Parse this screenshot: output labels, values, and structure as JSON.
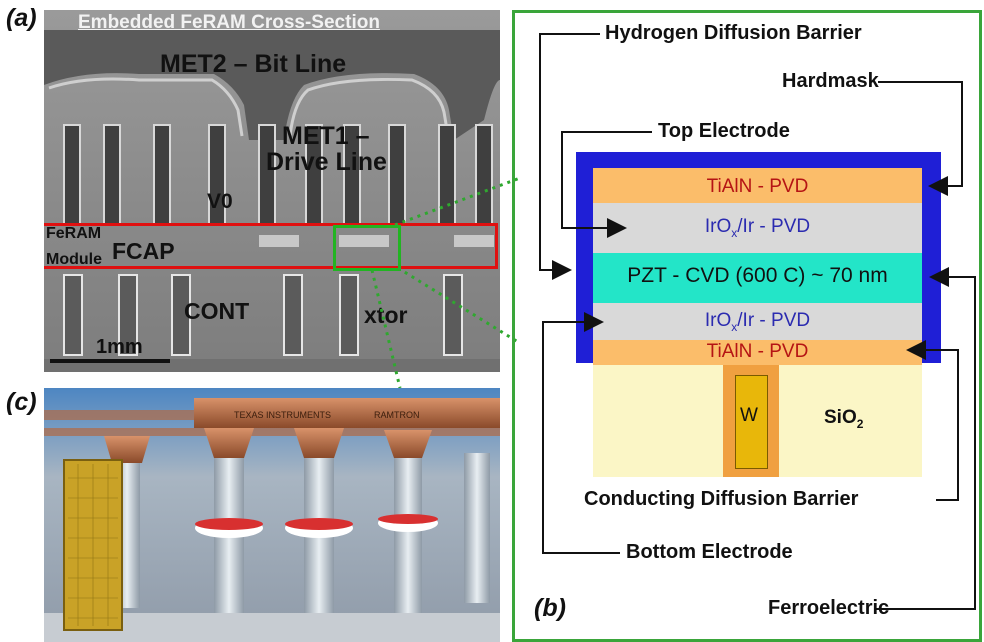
{
  "panel_a": {
    "label": "(a)",
    "title": "Embedded FeRAM Cross-Section",
    "met2": "MET2 – Bit Line",
    "met1_line1": "MET1 –",
    "met1_line2": "Drive Line",
    "v0": "V0",
    "feram_line1": "FeRAM",
    "feram_line2": "Module",
    "fcap": "FCAP",
    "cont": "CONT",
    "xtor": "xtor",
    "scale": "1mm"
  },
  "panel_c": {
    "label": "(c)",
    "chip_text1": "TEXAS INSTRUMENTS",
    "chip_text2": "RAMTRON"
  },
  "panel_b": {
    "label": "(b)",
    "layers": {
      "tialn_top": "TiAlN - PVD",
      "irox_top": "IrO",
      "irox_top_sub": "x",
      "irox_top_rest": "/Ir - PVD",
      "pzt": "PZT - CVD (600 C) ~ 70 nm",
      "irox_bot": "IrO",
      "irox_bot_sub": "x",
      "irox_bot_rest": "/Ir - PVD",
      "tialn_bot": "TiAlN - PVD",
      "w": "W",
      "sio2": "SiO",
      "sio2_sub": "2"
    },
    "callouts": {
      "hydrogen": "Hydrogen Diffusion Barrier",
      "hardmask": "Hardmask",
      "top_electrode": "Top Electrode",
      "conducting": "Conducting Diffusion Barrier",
      "bottom_electrode": "Bottom Electrode",
      "ferroelectric": "Ferroelectric"
    },
    "colors": {
      "frame": "#3aa53a",
      "barrier": "#1f1fd6",
      "tialn": "#fbbd6a",
      "irox": "#d9d9d9",
      "pzt": "#23e5c8",
      "sio2": "#fbf6c6",
      "text_red": "#b51414",
      "text_blue": "#2b2bb0"
    }
  }
}
